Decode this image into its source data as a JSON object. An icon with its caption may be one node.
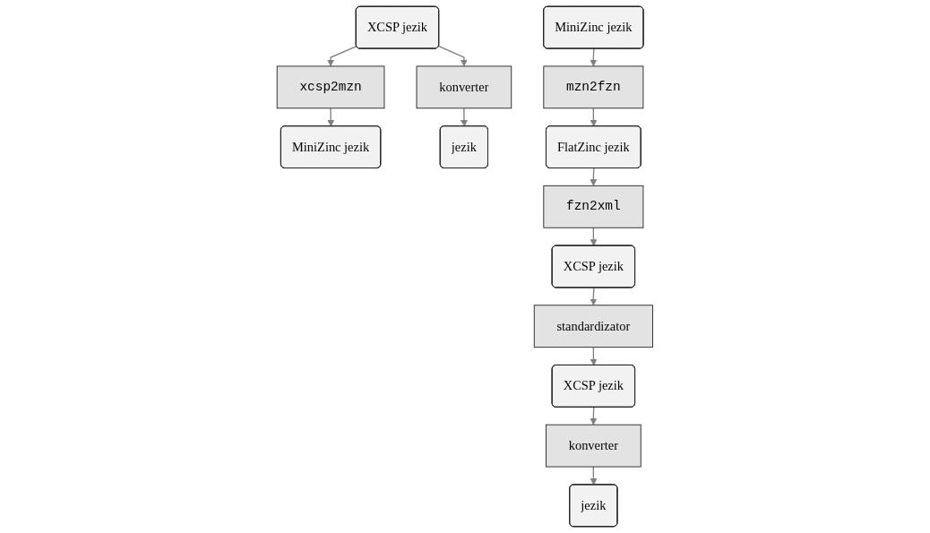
{
  "diagram": {
    "nodes": [
      {
        "text": [
          "XCSP jezik"
        ]
      },
      {
        "text": [
          "xcsp2mzn"
        ]
      },
      {
        "text": [
          "konverter"
        ]
      },
      {
        "text": [
          "MiniZinc jezik"
        ]
      },
      {
        "text": [
          "jezik"
        ]
      },
      {
        "text": [
          "MiniZinc jezik"
        ]
      },
      {
        "text": [
          "mzn2fzn"
        ]
      },
      {
        "text": [
          "FlatZinc jezik"
        ]
      },
      {
        "text": [
          "fzn2xml"
        ]
      },
      {
        "text": [
          "XCSP jezik"
        ]
      },
      {
        "text": [
          "standardizator"
        ]
      },
      {
        "text": [
          "XCSP jezik"
        ]
      },
      {
        "text": [
          "konverter"
        ]
      },
      {
        "text": [
          "jezik"
        ]
      }
    ],
    "edges": [
      {
        "from": 0,
        "to": 1,
        "arrow": "to"
      },
      {
        "from": 0,
        "to": 2,
        "arrow": "to"
      },
      {
        "from": 1,
        "to": 3,
        "arrow": "to"
      },
      {
        "from": 2,
        "to": 4,
        "arrow": "to"
      },
      {
        "from": 5,
        "to": 6,
        "arrow": "to"
      },
      {
        "from": 6,
        "to": 7,
        "arrow": "to"
      },
      {
        "from": 7,
        "to": 8,
        "arrow": "to"
      },
      {
        "from": 8,
        "to": 9,
        "arrow": "to"
      },
      {
        "from": 9,
        "to": 10,
        "arrow": "to"
      },
      {
        "from": 10,
        "to": 11,
        "arrow": "to"
      },
      {
        "from": 11,
        "to": 12,
        "arrow": "to"
      },
      {
        "from": 12,
        "to": 13,
        "arrow": "to"
      }
    ]
  }
}
